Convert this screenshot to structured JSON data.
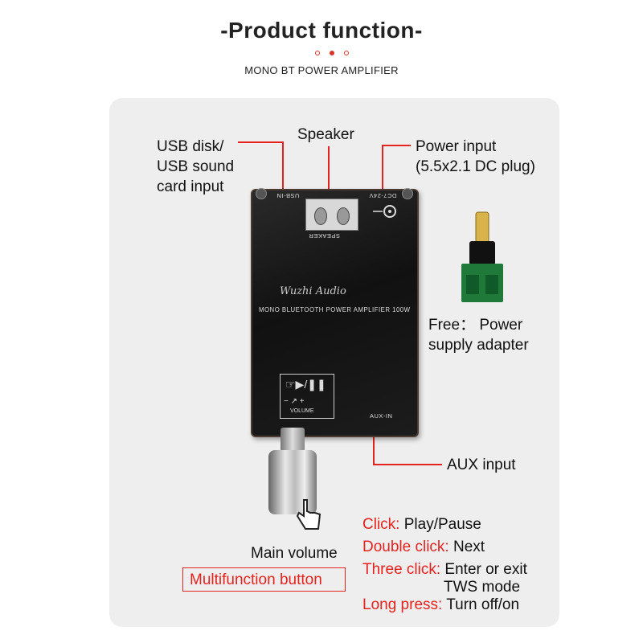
{
  "header": {
    "title": "-Product function-",
    "subtitle": "MONO BT POWER AMPLIFIER"
  },
  "colors": {
    "accent": "#e4231f",
    "panel": "#eeeeee"
  },
  "labels": {
    "usb_line1": "USB disk/",
    "usb_line2": "USB sound",
    "usb_line3": "card input",
    "speaker": "Speaker",
    "power_line1": "Power input",
    "power_line2": "(5.5x2.1 DC plug)",
    "free_line1": "Free： Power",
    "free_line2": "supply adapter",
    "aux": "AUX input",
    "main_volume": "Main volume",
    "multifunction": "Multifunction button"
  },
  "board": {
    "brand": "Wuzhi Audio",
    "model": "MONO BLUETOOTH POWER AMPLIFIER 100W",
    "usb_in": "USB-IN",
    "dc": "DC7-24V",
    "speaker": "SPEAKER",
    "aux_in": "AUX-IN",
    "volume": "VOLUME"
  },
  "functions": [
    {
      "key": "Click:",
      "desc": "Play/Pause"
    },
    {
      "key": "Double click:",
      "desc": "Next"
    },
    {
      "key": "Three click:",
      "desc": "Enter or exit"
    },
    {
      "key": "",
      "desc": "TWS mode"
    },
    {
      "key": "Long press:",
      "desc": "Turn off/on"
    }
  ]
}
